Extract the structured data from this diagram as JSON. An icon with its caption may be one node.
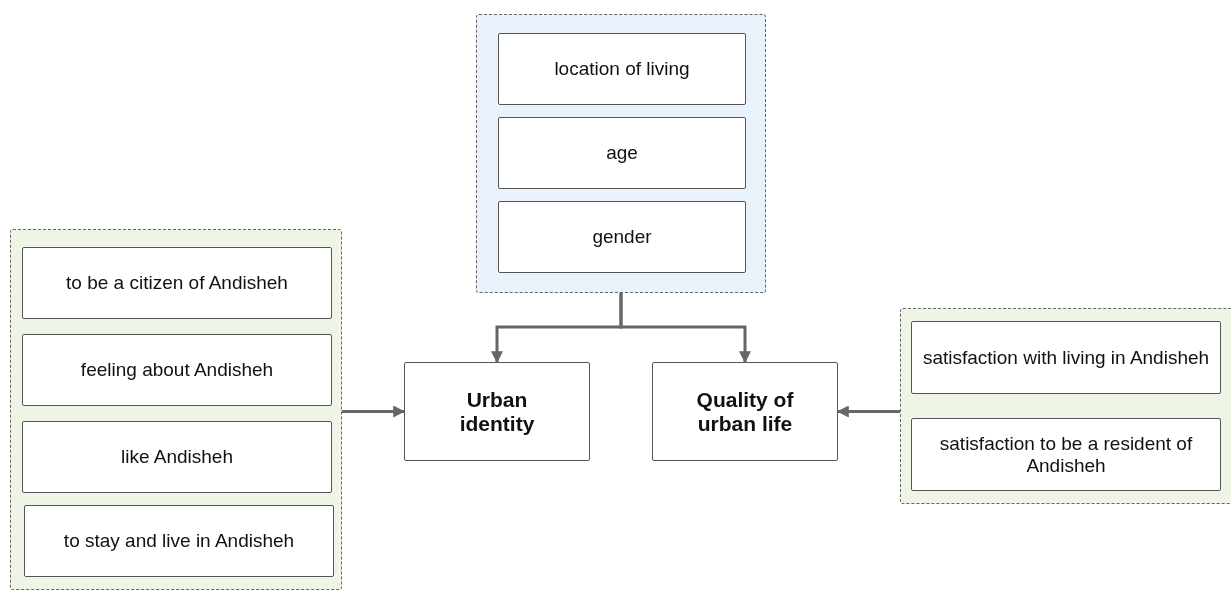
{
  "diagram": {
    "nodes": [
      {
        "text": [],
        "shape": "box"
      },
      {
        "text": [
          "location of living"
        ],
        "in": 0
      },
      {
        "text": [
          "age"
        ],
        "in": 0
      },
      {
        "text": [
          "gender"
        ],
        "in": 0
      },
      {
        "text": [],
        "shape": "box"
      },
      {
        "text": [
          "to be a citizen of Andisheh"
        ],
        "in": 4
      },
      {
        "text": [
          "feeling about Andisheh"
        ],
        "in": 4
      },
      {
        "text": [
          "like Andisheh"
        ],
        "in": 4
      },
      {
        "text": [
          "to stay and live in Andisheh"
        ],
        "in": 4
      },
      {
        "text": [
          "Urban identity"
        ]
      },
      {
        "text": [
          "Quality of urban life"
        ]
      },
      {
        "text": [],
        "shape": "box"
      },
      {
        "text": [
          "satisfaction with living in Andisheh"
        ],
        "in": 11
      },
      {
        "text": [
          "satisfaction to be a resident of Andisheh"
        ],
        "in": 11
      }
    ],
    "edges": [
      {
        "from": 0,
        "to": 9,
        "arrow": "to"
      },
      {
        "from": 0,
        "to": 10,
        "arrow": "to"
      },
      {
        "from": 4,
        "to": 9,
        "arrow": "to"
      },
      {
        "from": 11,
        "to": 10,
        "arrow": "to"
      }
    ]
  }
}
